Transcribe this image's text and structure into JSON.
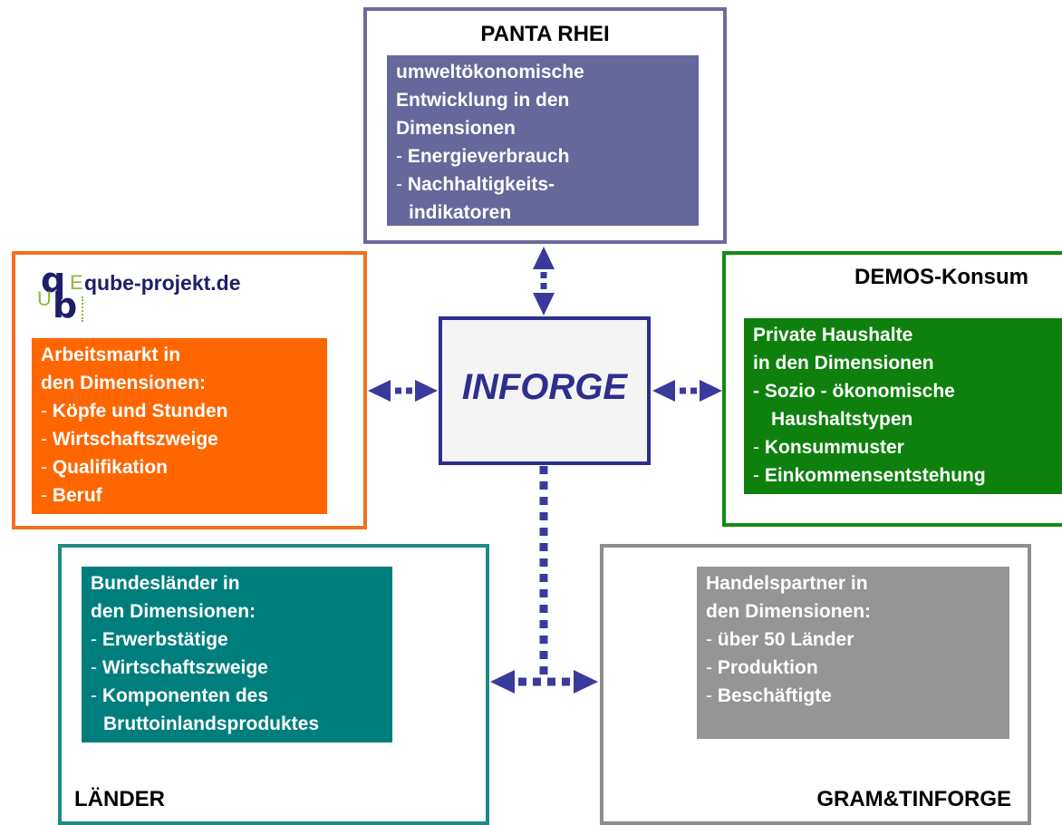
{
  "panta_rhei": {
    "title": "PANTA RHEI",
    "lines": [
      "umweltökonomische",
      "Entwicklung in den",
      "Dimensionen",
      "Energieverbrauch",
      "Nachhaltigkeits-",
      "indikatoren"
    ]
  },
  "qube": {
    "logo_text": "qube-projekt.de",
    "lines": [
      "Arbeitsmarkt in",
      "den Dimensionen:",
      "Köpfe und Stunden",
      "Wirtschaftszweige",
      "Qualifikation",
      "Beruf"
    ]
  },
  "inforge": {
    "label": "INFORGE"
  },
  "demos": {
    "title": "DEMOS-Konsum",
    "lines": [
      "Private Haushalte",
      "in den Dimensionen",
      "- Sozio - ökonomische",
      "Haushaltstypen",
      "Konsummuster",
      "Einkommensentstehung"
    ]
  },
  "laender": {
    "title": "LÄNDER",
    "lines": [
      "Bundesländer in",
      "den Dimensionen:",
      "Erwerbstätige",
      "Wirtschaftszweige",
      "Komponenten des",
      "Bruttoinlandsproduktes"
    ]
  },
  "gram": {
    "title": "GRAM&TINFORGE",
    "lines": [
      "Handelspartner in",
      "den Dimensionen:",
      "über 50 Länder",
      "Produktion",
      "Beschäftigte"
    ]
  },
  "colors": {
    "arrow": "#3A3A9C",
    "panta": "#66679A",
    "qube": "#FF6600",
    "demos": "#0E800E",
    "laender": "#007E7E",
    "gram": "#959595"
  }
}
